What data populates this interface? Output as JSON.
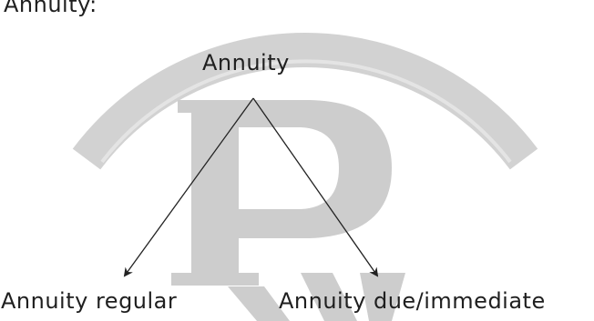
{
  "heading": "Annuity:",
  "root": {
    "label": "Annuity"
  },
  "children": [
    {
      "label": "Annuity regular"
    },
    {
      "label": "Annuity due/immediate"
    }
  ],
  "watermark": {
    "monogram_letters": "PW",
    "color": "#cfcfcf"
  },
  "colors": {
    "text": "#1f1f1f",
    "arrow": "#222222",
    "watermark": "#cfcfcf"
  }
}
